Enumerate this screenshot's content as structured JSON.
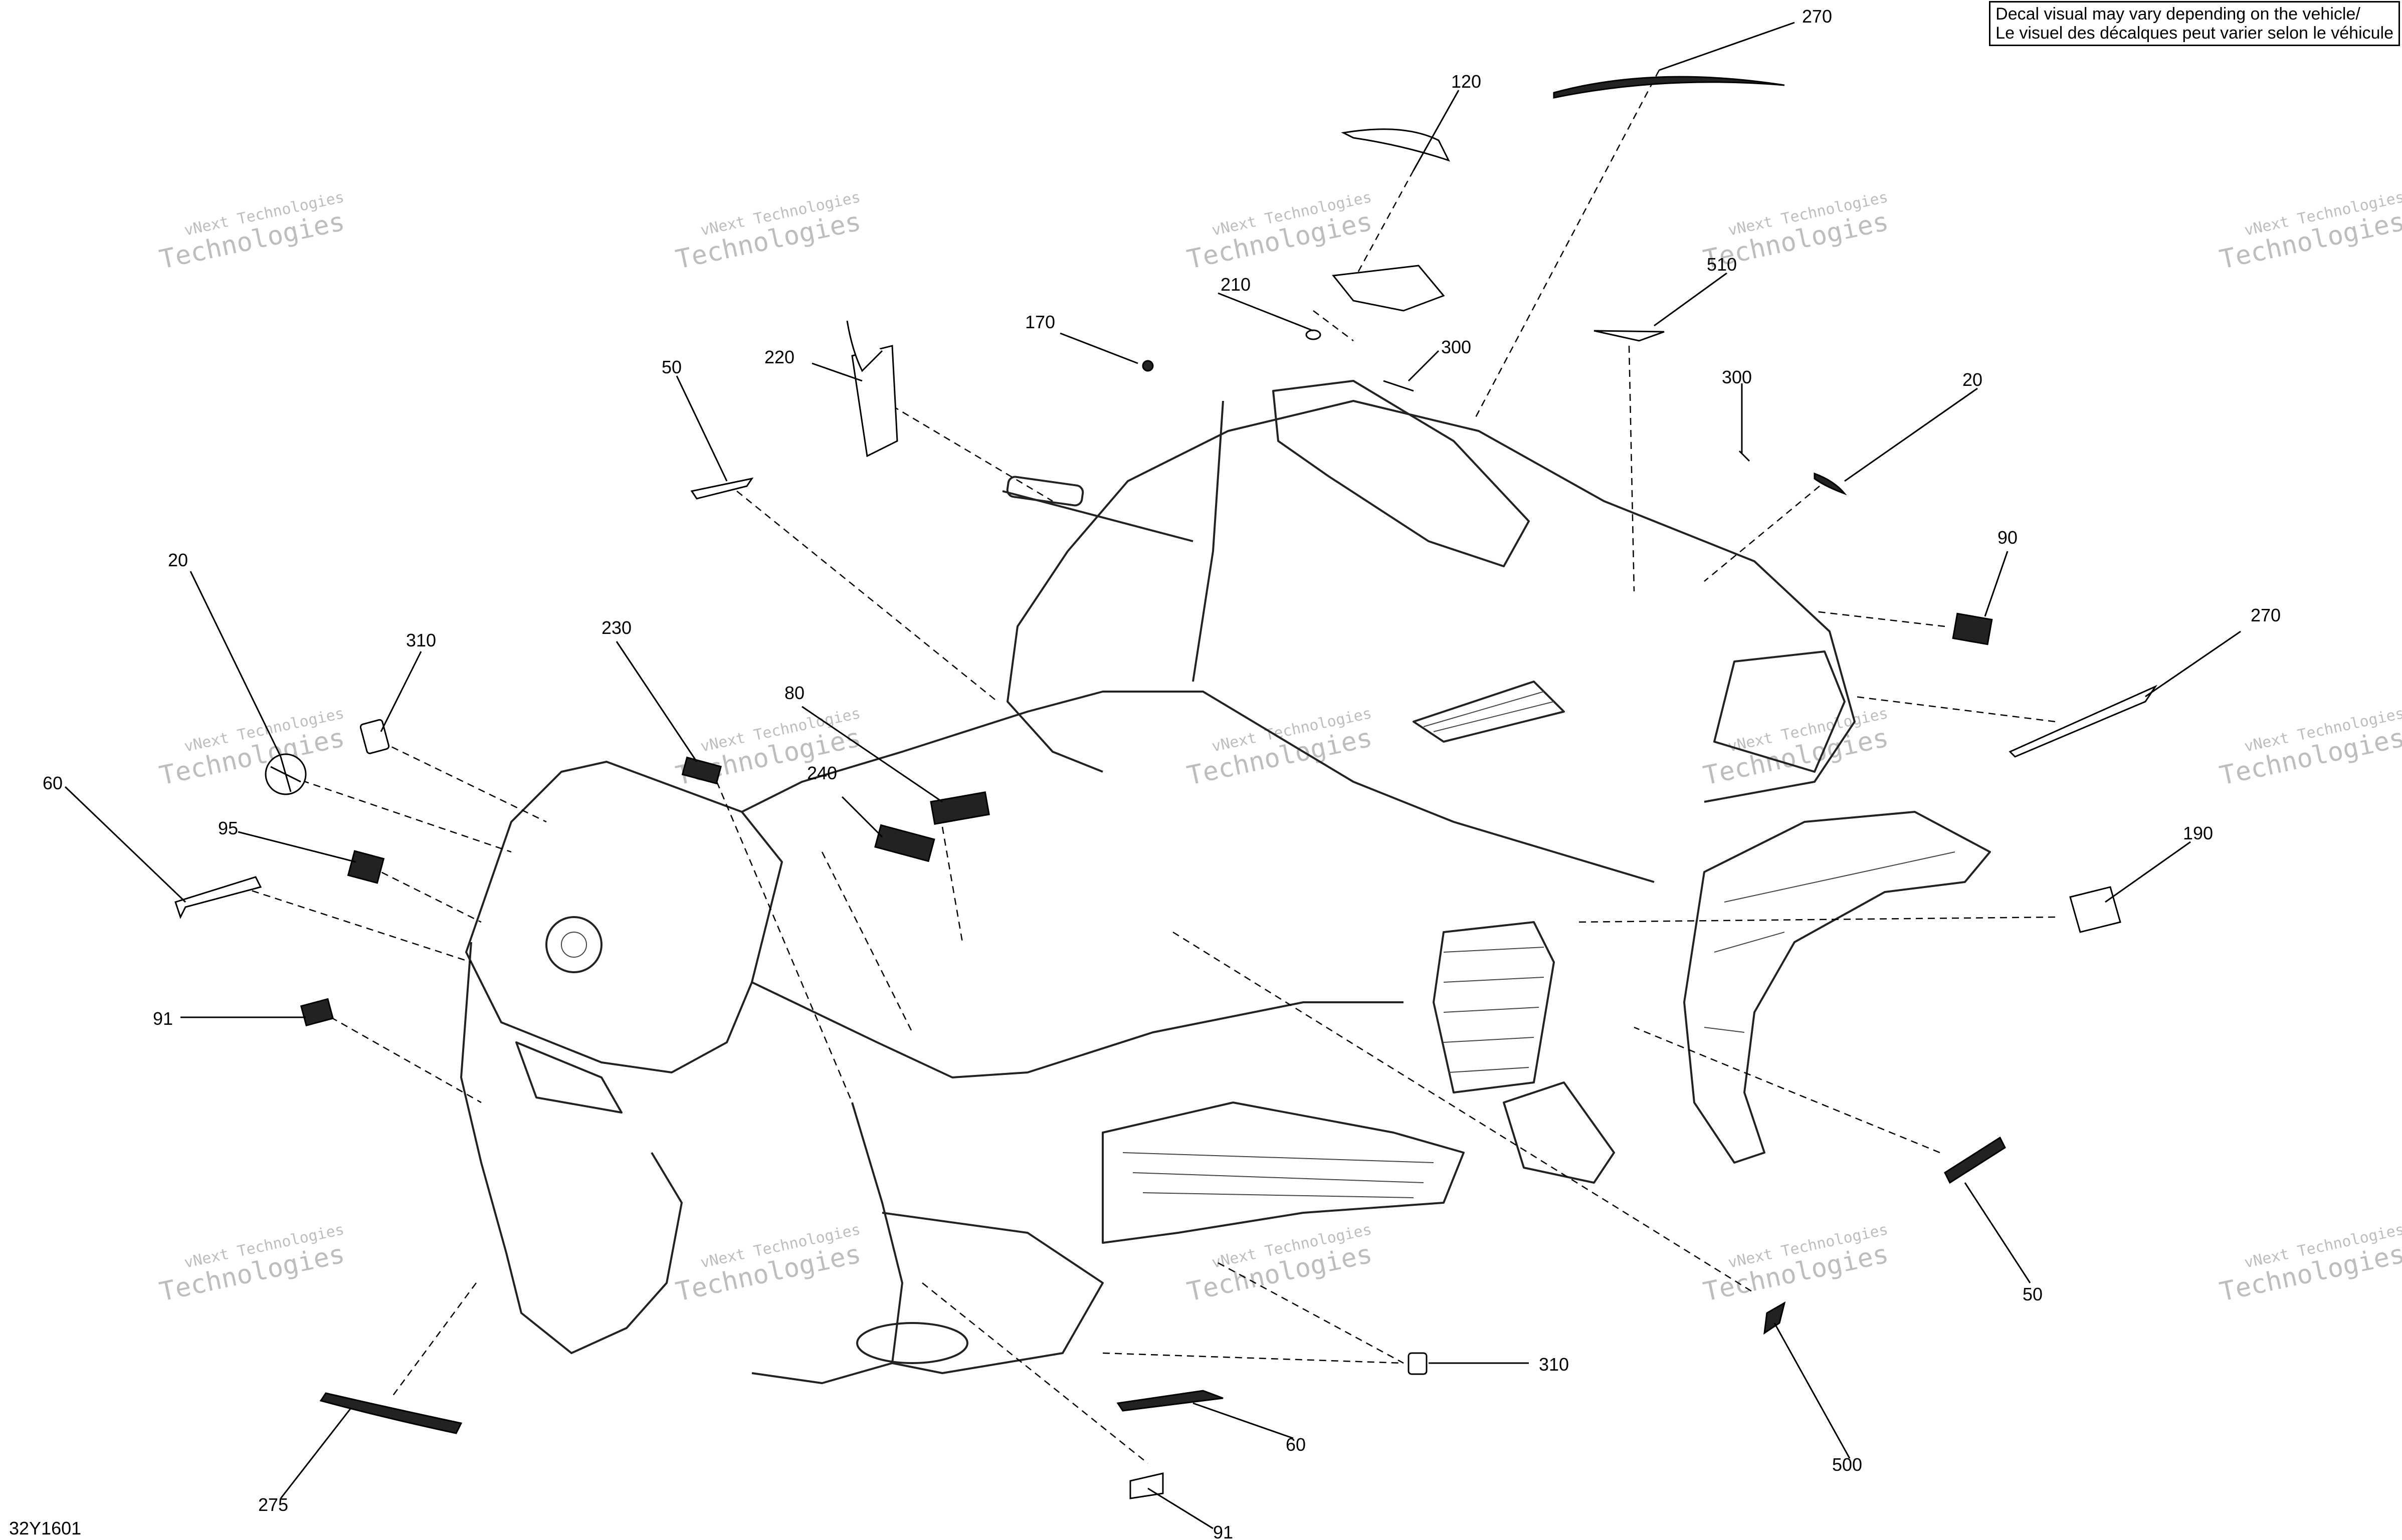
{
  "note": {
    "line1": "Decal visual may vary depending on the vehicle/",
    "line2": "Le visuel des décalques peut varier selon le véhicule"
  },
  "drawing_id": "32Y1601",
  "watermark": {
    "line1": "vNext Technologies",
    "line2": "Technologies"
  },
  "callouts": {
    "c270_top": "270",
    "c120": "120",
    "c210": "210",
    "c170": "170",
    "c300_top": "300",
    "c510": "510",
    "c300_right": "300",
    "c20_right": "20",
    "c90": "90",
    "c270_right": "270",
    "c220": "220",
    "c50_left": "50",
    "c20_left": "20",
    "c310_left": "310",
    "c230": "230",
    "c80": "80",
    "c240": "240",
    "c60_left": "60",
    "c95": "95",
    "c91_left": "91",
    "c190": "190",
    "c50_right": "50",
    "c310_bottom": "310",
    "c60_bottom": "60",
    "c500": "500",
    "c275": "275",
    "c91_bottom": "91"
  }
}
